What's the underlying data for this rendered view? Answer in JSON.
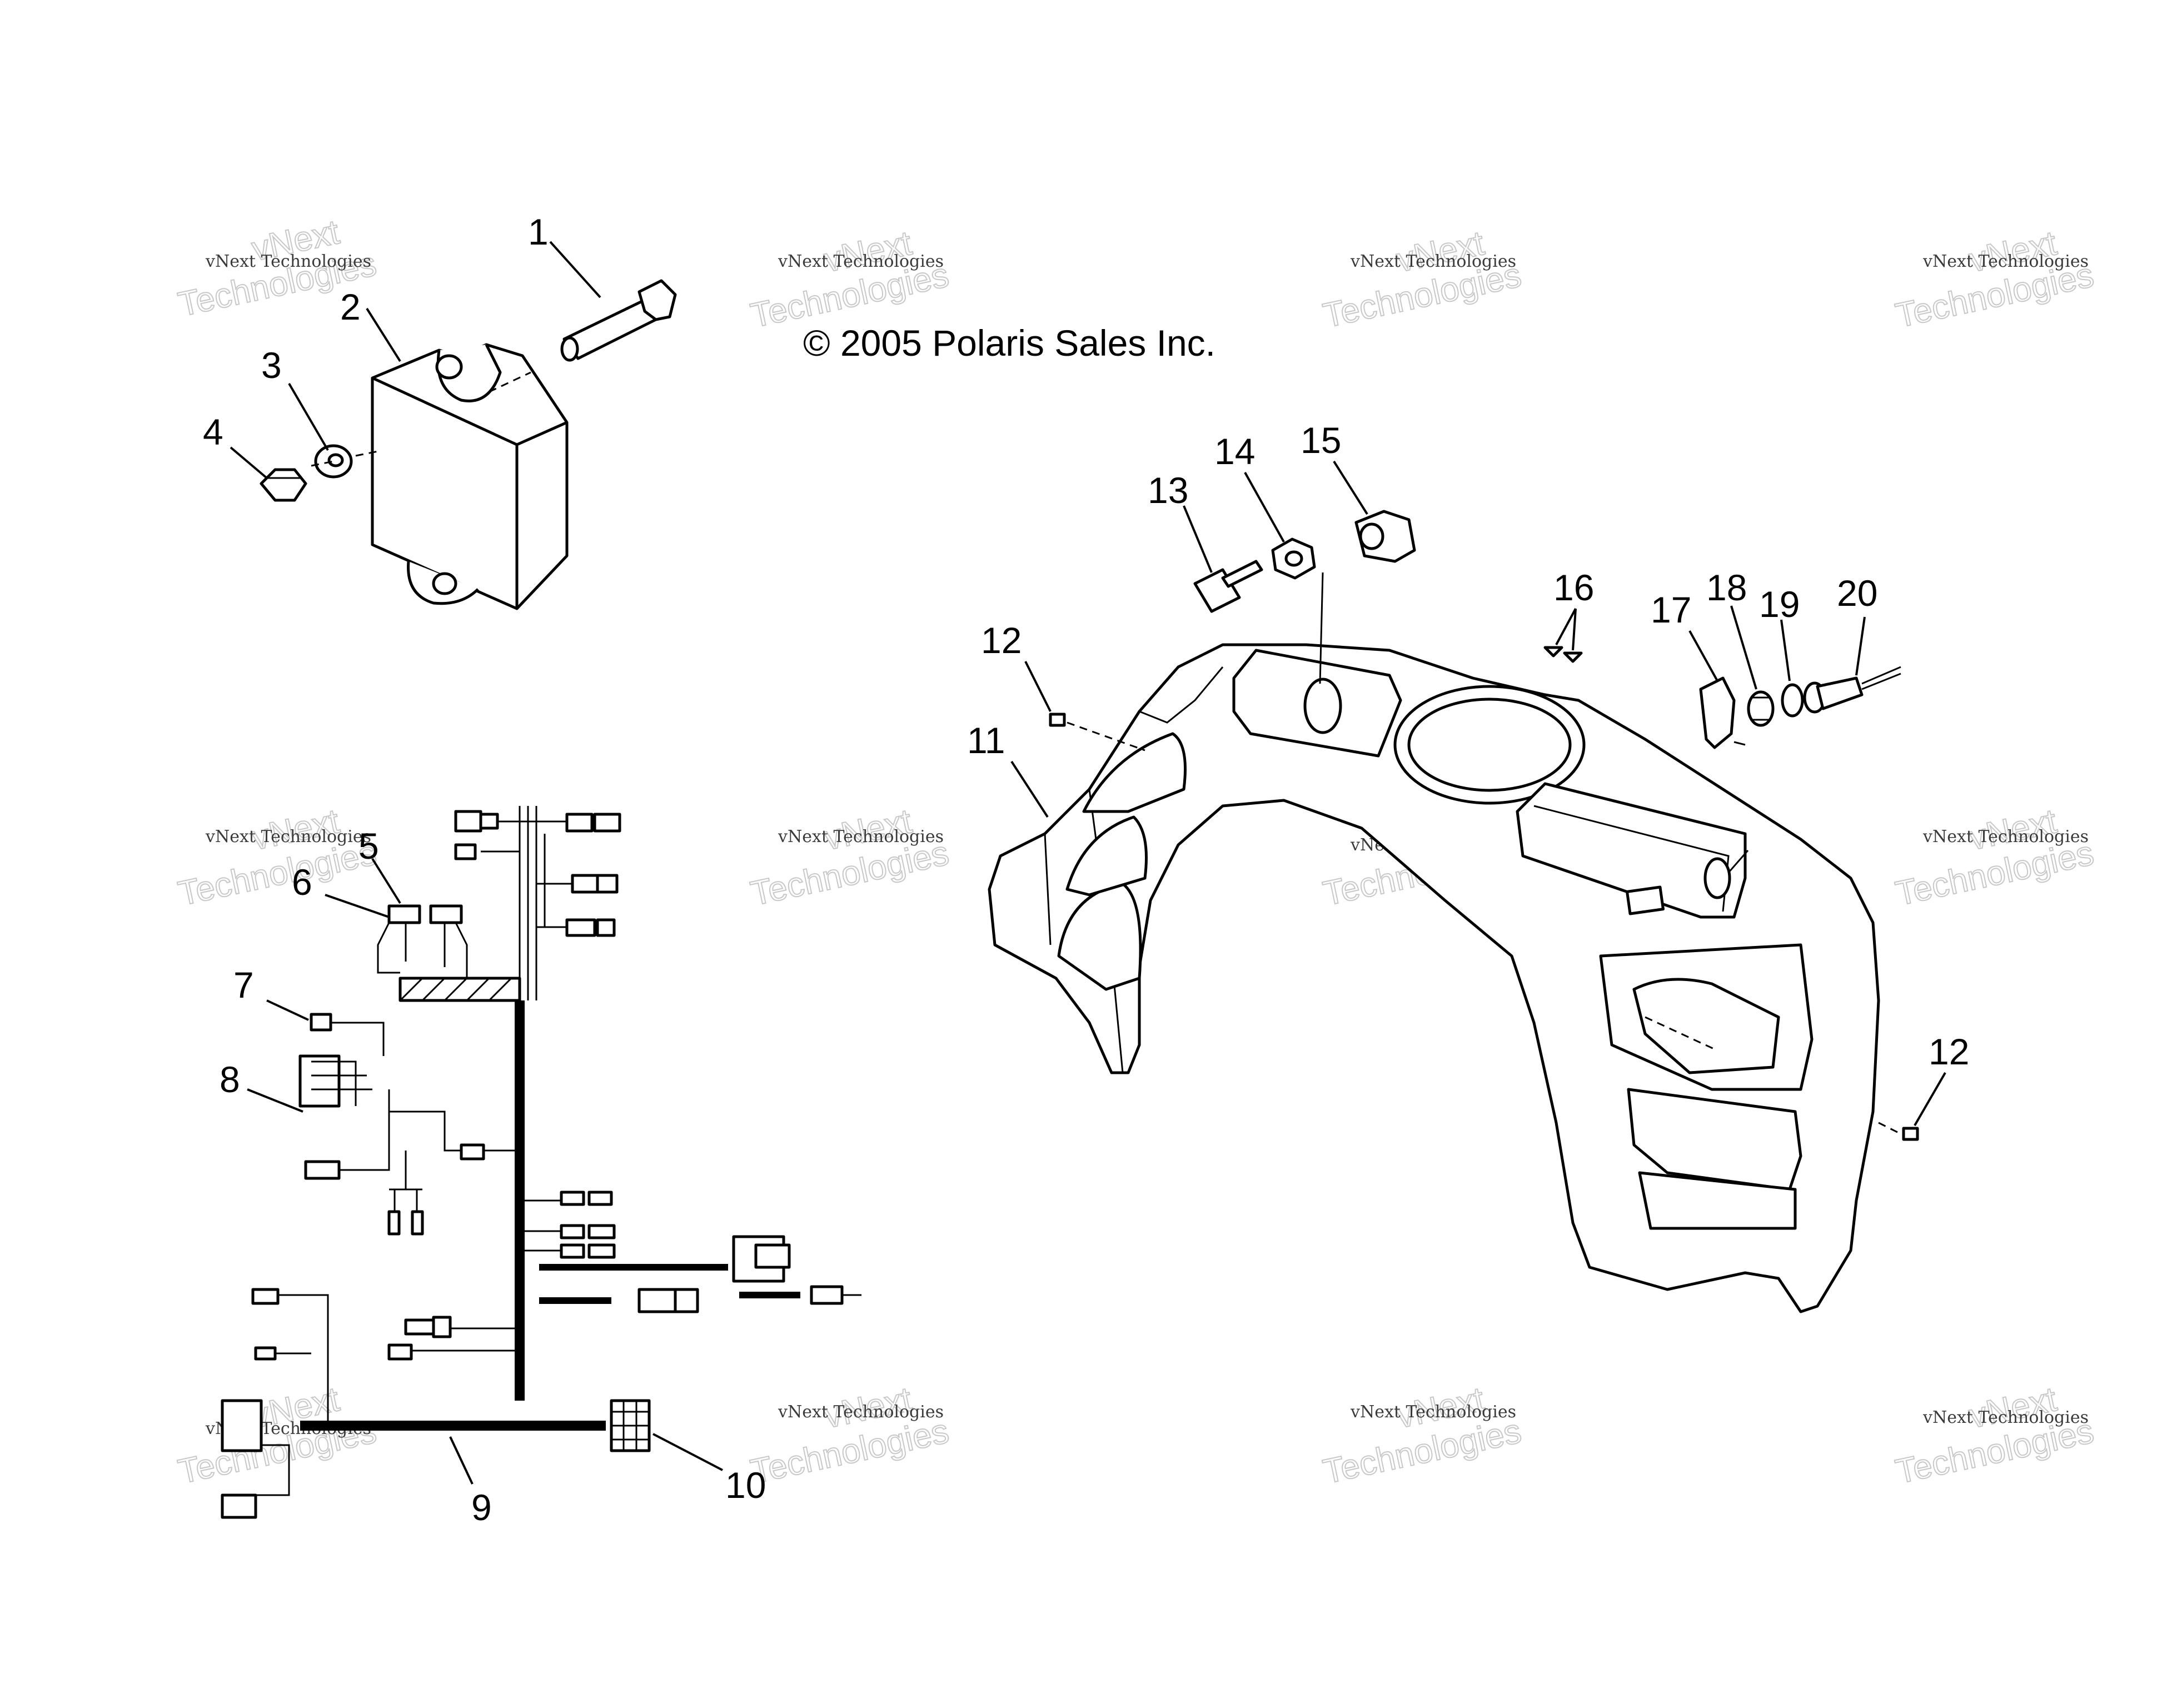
{
  "diagram": {
    "copyright": "© 2005 Polaris Sales Inc.",
    "watermark": {
      "line1": "vNext Technologies",
      "big": "vNext",
      "big2": "Technologies"
    },
    "callouts": [
      {
        "id": "1",
        "label": "1"
      },
      {
        "id": "2",
        "label": "2"
      },
      {
        "id": "3",
        "label": "3"
      },
      {
        "id": "4",
        "label": "4"
      },
      {
        "id": "5",
        "label": "5"
      },
      {
        "id": "6",
        "label": "6"
      },
      {
        "id": "7",
        "label": "7"
      },
      {
        "id": "8",
        "label": "8"
      },
      {
        "id": "9",
        "label": "9"
      },
      {
        "id": "10",
        "label": "10"
      },
      {
        "id": "11",
        "label": "11"
      },
      {
        "id": "12a",
        "label": "12"
      },
      {
        "id": "12b",
        "label": "12"
      },
      {
        "id": "13",
        "label": "13"
      },
      {
        "id": "14",
        "label": "14"
      },
      {
        "id": "15",
        "label": "15"
      },
      {
        "id": "16",
        "label": "16"
      },
      {
        "id": "17",
        "label": "17"
      },
      {
        "id": "18",
        "label": "18"
      },
      {
        "id": "19",
        "label": "19"
      },
      {
        "id": "20",
        "label": "20"
      }
    ]
  }
}
